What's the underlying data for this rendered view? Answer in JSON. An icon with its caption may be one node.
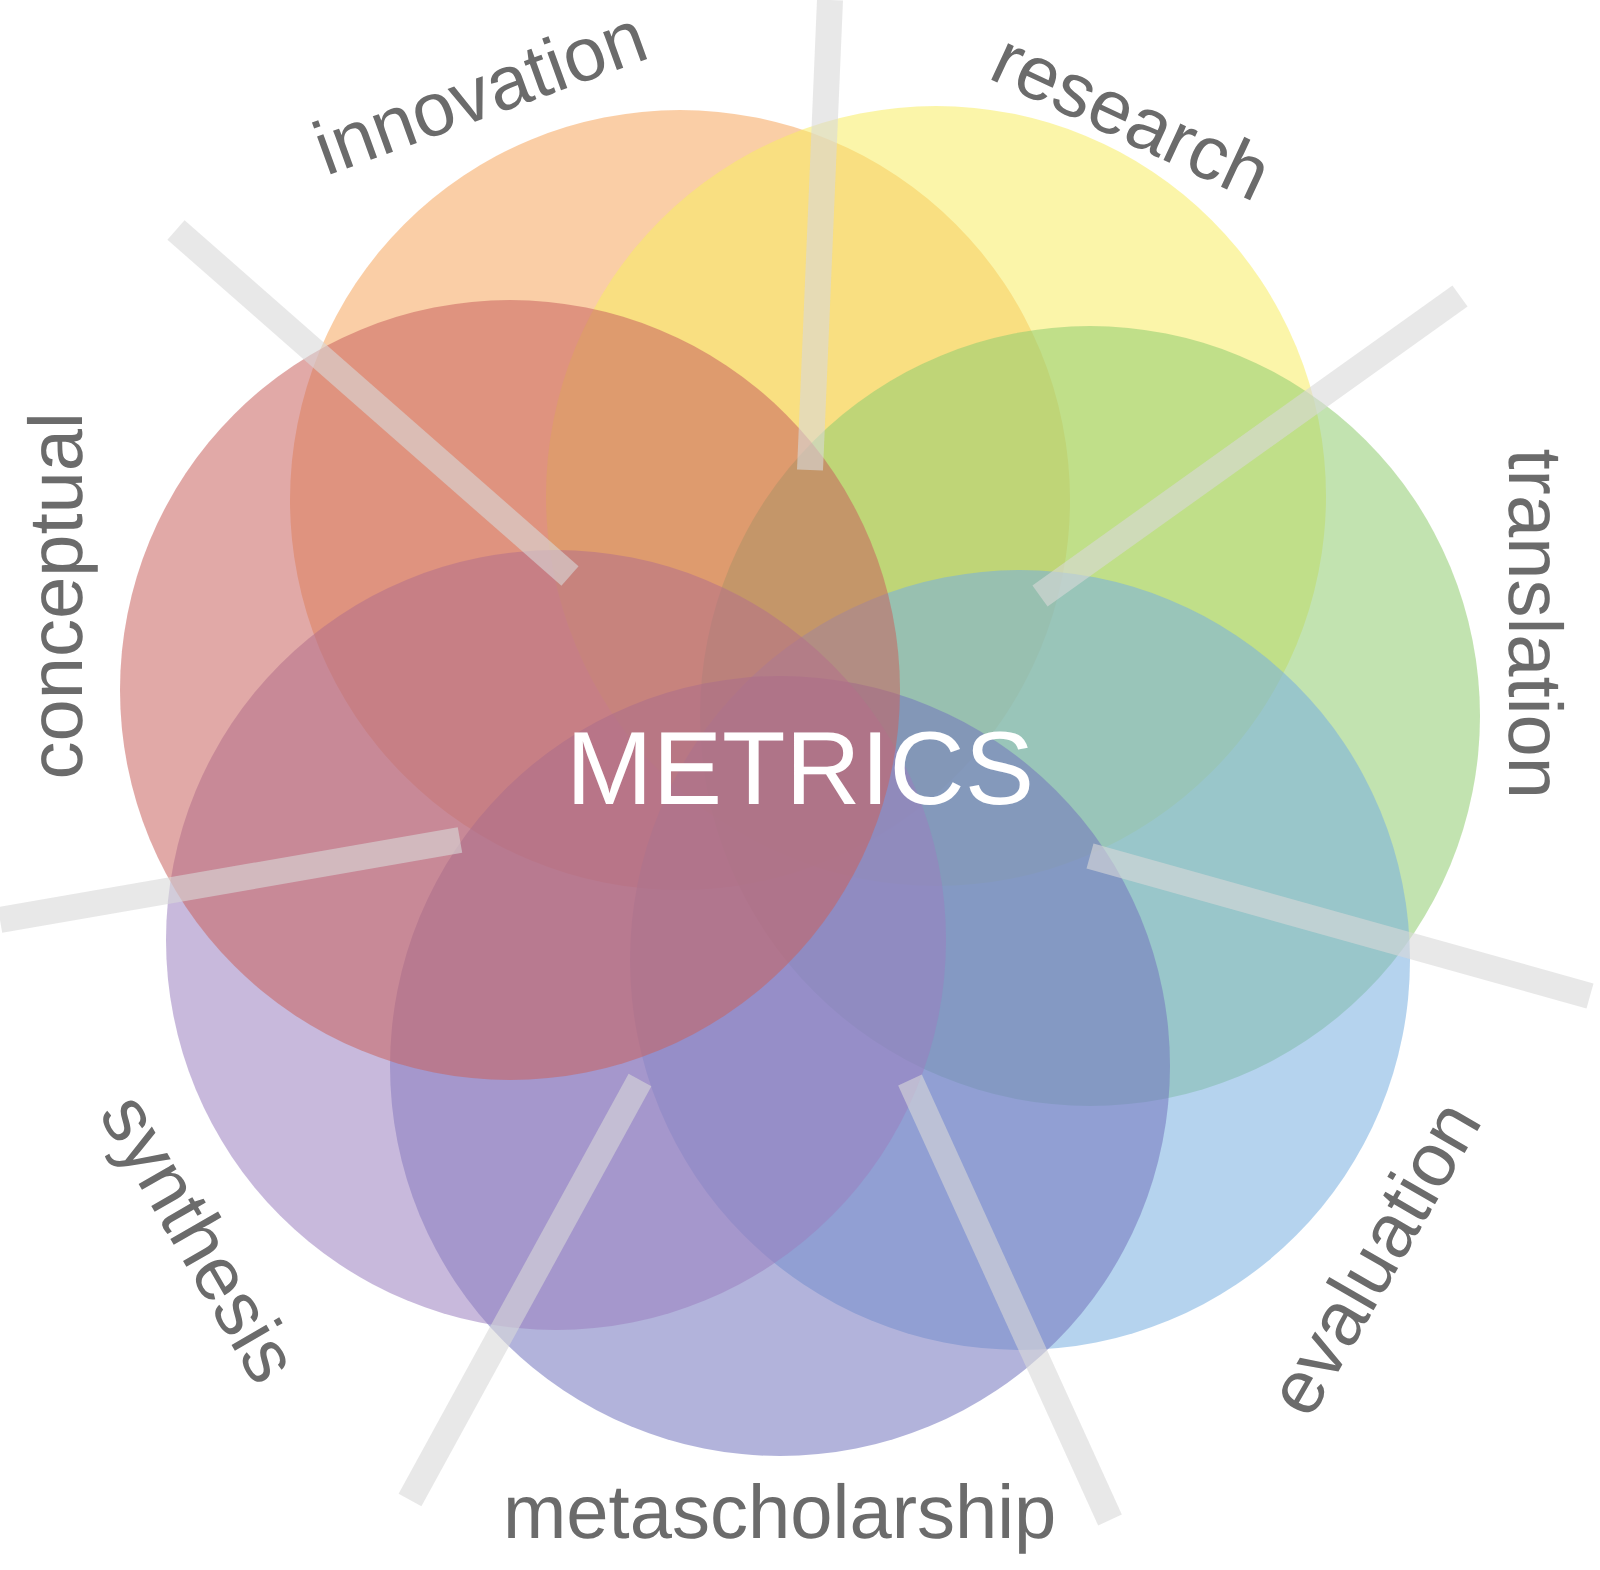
{
  "diagram": {
    "nodes": [
      {
        "text": [
          "innovation"
        ]
      },
      {
        "text": [
          "research"
        ]
      },
      {
        "text": [
          "translation"
        ]
      },
      {
        "text": [
          "evaluation"
        ]
      },
      {
        "text": [
          "metascholarship"
        ]
      },
      {
        "text": [
          "synthesis"
        ]
      },
      {
        "text": [
          "conceptual"
        ]
      }
    ],
    "labels": [
      "METRICS"
    ]
  }
}
